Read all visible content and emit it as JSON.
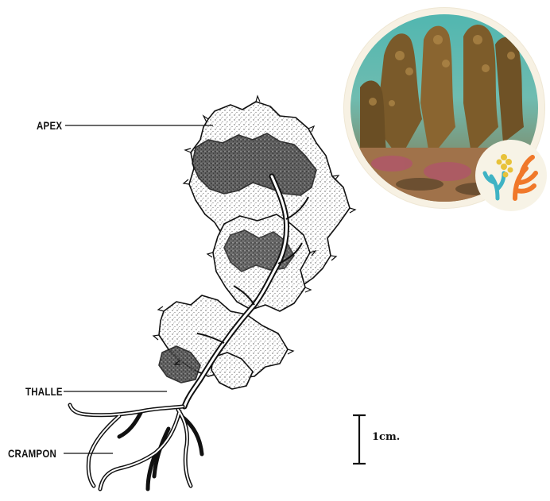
{
  "labels": {
    "apex": "APEX",
    "thalle": "THALLE",
    "crampon": "CRAMPON"
  },
  "scale": {
    "text": "1cm."
  },
  "colors": {
    "ink": "#111111",
    "photo_frame": "#f7f1e3",
    "coral_orange": "#f0782a",
    "coral_teal": "#3fb3c4",
    "coral_yellow": "#e8c23a"
  },
  "icons": {
    "coral_badge": "coral-logo-icon"
  }
}
